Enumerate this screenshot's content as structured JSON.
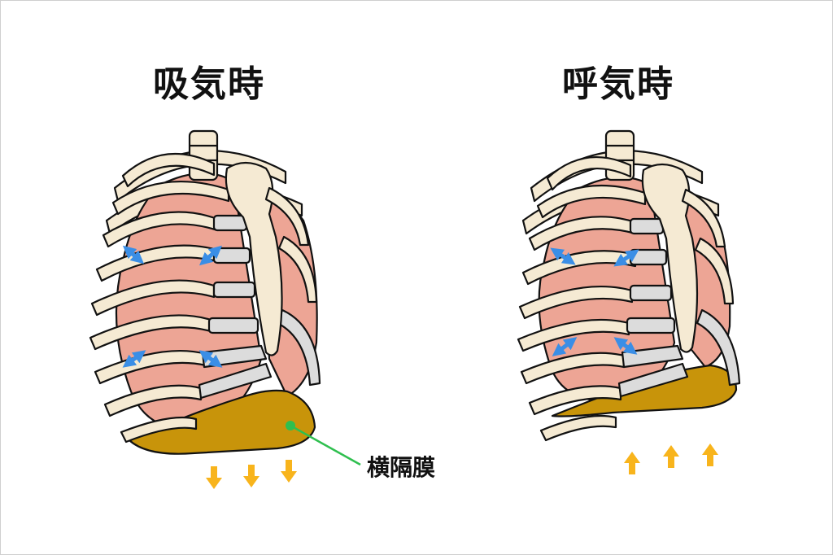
{
  "titles": {
    "inhale": "吸気時",
    "exhale": "呼気時"
  },
  "labels": {
    "diaphragm": "横隔膜"
  },
  "colors": {
    "bone": "#f5ead3",
    "lung": "#eda595",
    "cartilage": "#dcdcdc",
    "diaphragm": "#c8940a",
    "rib_arrow": "#3a8ee6",
    "diaphragm_arrow": "#f8b41c",
    "leader_line": "#2fbf4f",
    "outline": "#111111"
  },
  "icons": {
    "rib_expand_arrow": "double-headed-arrow-outward",
    "rib_contract_arrow": "double-headed-arrow-inward",
    "diaphragm_down": "arrow-down-icon",
    "diaphragm_up": "arrow-up-icon"
  }
}
